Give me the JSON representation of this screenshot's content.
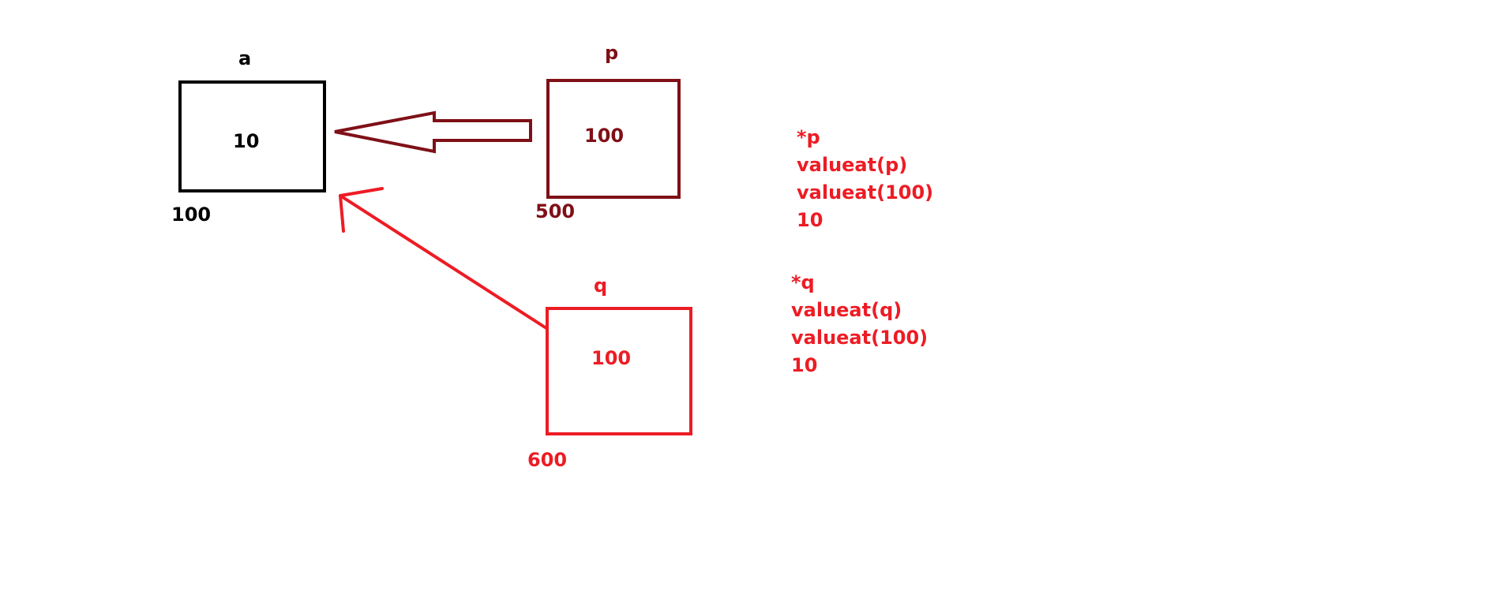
{
  "colors": {
    "a": "#000000",
    "p": "#7f1017",
    "q": "#ed1c24",
    "background": "#ffffff"
  },
  "boxes": {
    "a": {
      "name": "a",
      "value": "10",
      "address": "100"
    },
    "p": {
      "name": "p",
      "value": "100",
      "address": "500"
    },
    "q": {
      "name": "q",
      "value": "100",
      "address": "600"
    }
  },
  "notes": {
    "p": {
      "lines": [
        "*p",
        "valueat(p)",
        "valueat(100)",
        "10"
      ]
    },
    "q": {
      "lines": [
        "*q",
        "valueat(q)",
        "valueat(100)",
        "10"
      ]
    }
  }
}
